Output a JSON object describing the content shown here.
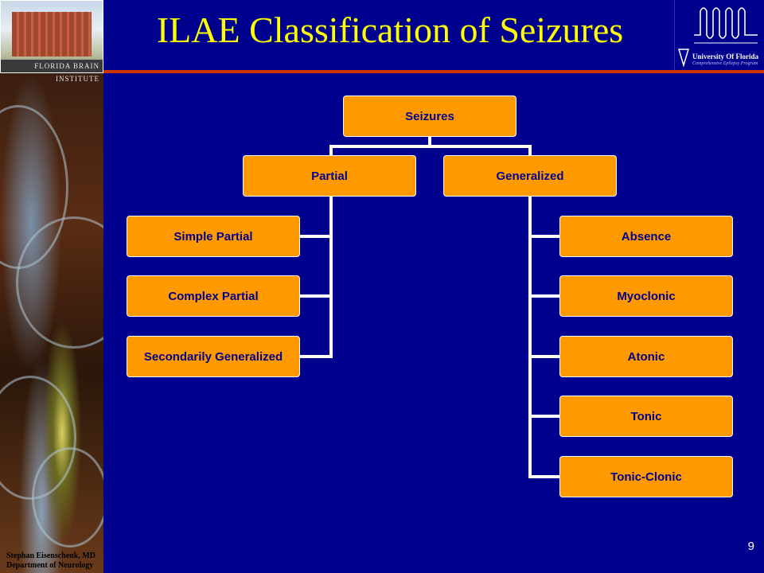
{
  "slide": {
    "title": "ILAE Classification of Seizures",
    "page_number": "9",
    "author": "Stephan Eisenschenk, MD",
    "department": "Department of Neurology"
  },
  "logos": {
    "left_text": "FLORIDA BRAIN INSTITUTE",
    "right_line1": "University Of Florida",
    "right_line2": "Comprehensive Epilepsy Program"
  },
  "diagram": {
    "root": "Seizures",
    "partial": {
      "label": "Partial",
      "children": [
        "Simple Partial",
        "Complex Partial",
        "Secondarily Generalized"
      ]
    },
    "generalized": {
      "label": "Generalized",
      "children": [
        "Absence",
        "Myoclonic",
        "Atonic",
        "Tonic",
        "Tonic-Clonic"
      ]
    }
  },
  "colors": {
    "background": "#00008e",
    "node_fill": "#ff9900",
    "title": "#ffff00",
    "accent_rule": "#cc3300"
  }
}
